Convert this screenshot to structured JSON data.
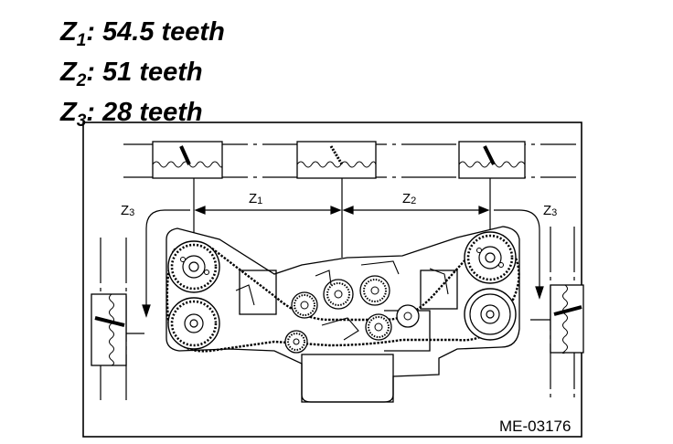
{
  "legend": [
    {
      "var": "Z",
      "sub": "1",
      "text": ": 54.5 teeth"
    },
    {
      "var": "Z",
      "sub": "2",
      "text": ": 51 teeth"
    },
    {
      "var": "Z",
      "sub": "3",
      "text": ": 28 teeth"
    }
  ],
  "labels": {
    "z3_left": {
      "var": "Z",
      "sub": "3"
    },
    "z1": {
      "var": "Z",
      "sub": "1"
    },
    "z2": {
      "var": "Z",
      "sub": "2"
    },
    "z3_right": {
      "var": "Z",
      "sub": "3"
    }
  },
  "figure_code": "ME-03176"
}
